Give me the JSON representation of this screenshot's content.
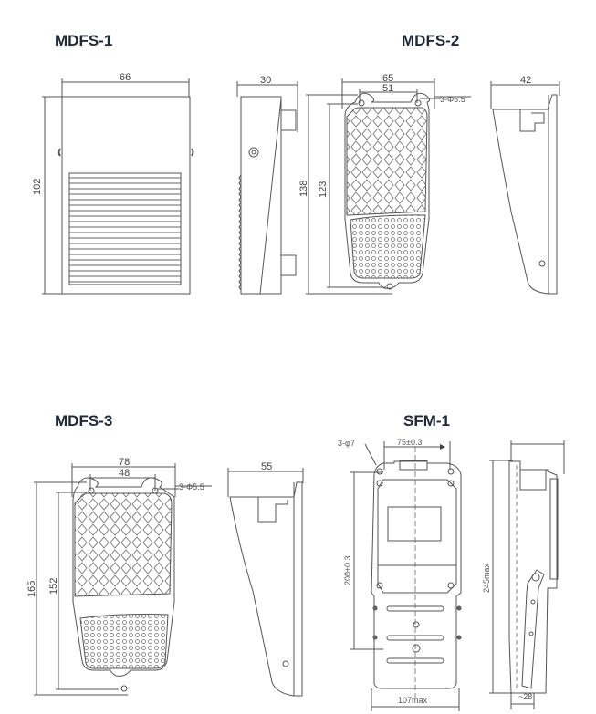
{
  "models": [
    {
      "name": "MDFS-1",
      "dims": {
        "width": "66",
        "height": "102",
        "depth": "30"
      }
    },
    {
      "name": "MDFS-2",
      "dims": {
        "width": "65",
        "hole_spacing": "51",
        "holes": "3-Φ5.5",
        "height": "138",
        "hole_height": "123",
        "depth": "42"
      }
    },
    {
      "name": "MDFS-3",
      "dims": {
        "width": "78",
        "hole_spacing": "48",
        "holes": "3-Φ5.5",
        "height": "165",
        "hole_height": "152",
        "depth": "55"
      }
    },
    {
      "name": "SFM-1",
      "dims": {
        "holes": "3-φ7",
        "hole_spacing": "75±0.3",
        "hole_height": "200±0.3",
        "width": "107max",
        "height": "245max",
        "depth": "~28"
      }
    }
  ]
}
